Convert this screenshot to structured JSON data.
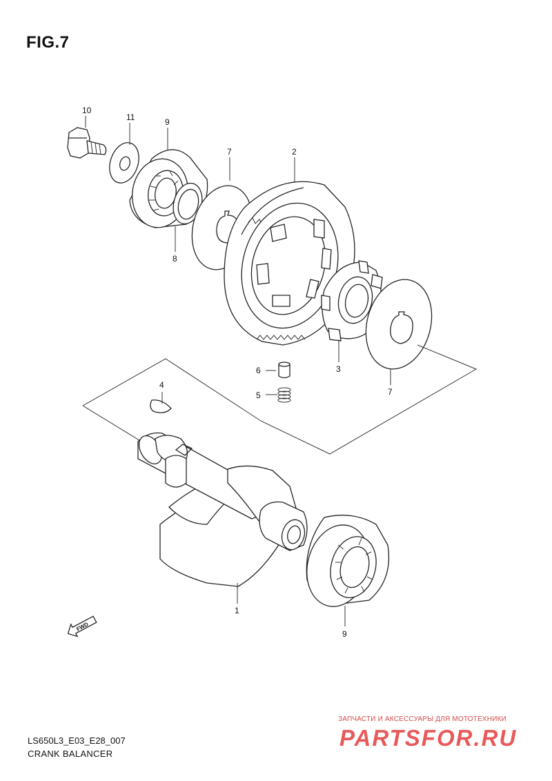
{
  "figure": {
    "title": "FIG.7",
    "code": "LS650L3_E03_E28_007",
    "caption": "CRANK BALANCER"
  },
  "callouts": {
    "c10": "10",
    "c11": "11",
    "c9_top": "9",
    "c7_top": "7",
    "c2": "2",
    "c8": "8",
    "c6": "6",
    "c5": "5",
    "c3": "3",
    "c7_bottom": "7",
    "c4": "4",
    "c1": "1",
    "c9_bottom": "9"
  },
  "fwd_label": "FWD",
  "watermark": {
    "tagline": "ЗАПЧАСТИ И АКСЕССУАРЫ ДЛЯ МОТОТЕХНИКИ",
    "brand": "PARTSFOR.RU",
    "color": "#e85a5a"
  }
}
